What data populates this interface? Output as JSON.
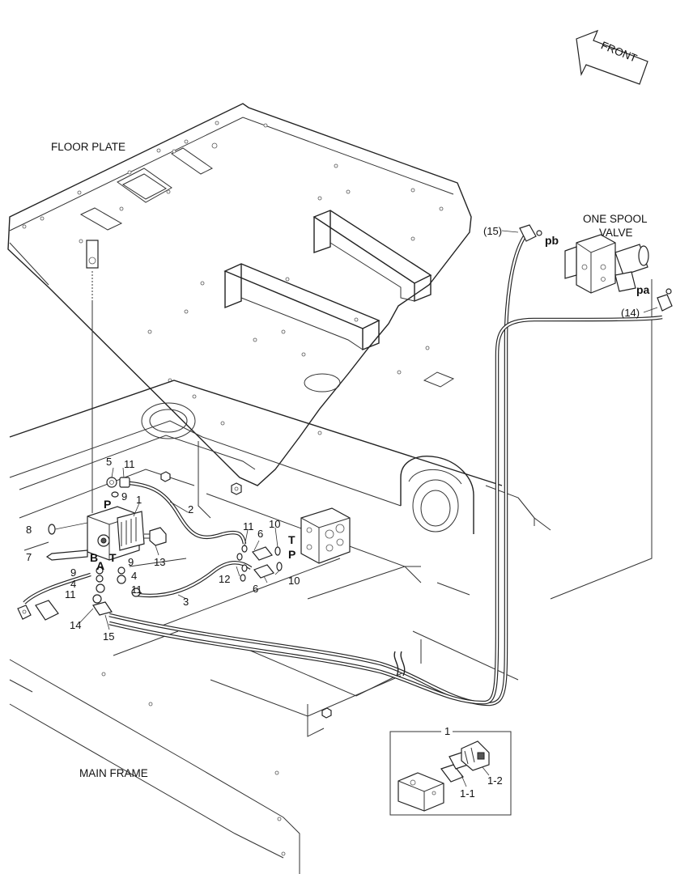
{
  "labels": {
    "floor_plate": "FLOOR PLATE",
    "main_frame": "MAIN FRAME",
    "one_spool_valve_line1": "ONE SPOOL",
    "one_spool_valve_line2": "VALVE",
    "front": "FRONT",
    "port_pb": "pb",
    "port_pa": "pa",
    "ref_15": "(15)",
    "ref_14": "(14)",
    "port_P_left": "P",
    "port_B": "B",
    "port_A": "A",
    "port_T_left": "T",
    "port_T_right": "T",
    "port_P_right": "P"
  },
  "callouts": [
    {
      "id": "c5",
      "text": "5"
    },
    {
      "id": "c11a",
      "text": "11"
    },
    {
      "id": "c9a",
      "text": "9"
    },
    {
      "id": "c1",
      "text": "1"
    },
    {
      "id": "c2",
      "text": "2"
    },
    {
      "id": "c8",
      "text": "8"
    },
    {
      "id": "c7",
      "text": "7"
    },
    {
      "id": "c13",
      "text": "13"
    },
    {
      "id": "c9b",
      "text": "9"
    },
    {
      "id": "c9c",
      "text": "9"
    },
    {
      "id": "c4a",
      "text": "4"
    },
    {
      "id": "c4b",
      "text": "4"
    },
    {
      "id": "c11b",
      "text": "11"
    },
    {
      "id": "c11c",
      "text": "11"
    },
    {
      "id": "c14",
      "text": "14"
    },
    {
      "id": "c15",
      "text": "15"
    },
    {
      "id": "c3",
      "text": "3"
    },
    {
      "id": "c11d",
      "text": "11"
    },
    {
      "id": "c6a",
      "text": "6"
    },
    {
      "id": "c10a",
      "text": "10"
    },
    {
      "id": "c12",
      "text": "12"
    },
    {
      "id": "c6b",
      "text": "6"
    },
    {
      "id": "c10b",
      "text": "10"
    }
  ],
  "inset": {
    "title": "1",
    "sub_1_1": "1-1",
    "sub_1_2": "1-2"
  }
}
